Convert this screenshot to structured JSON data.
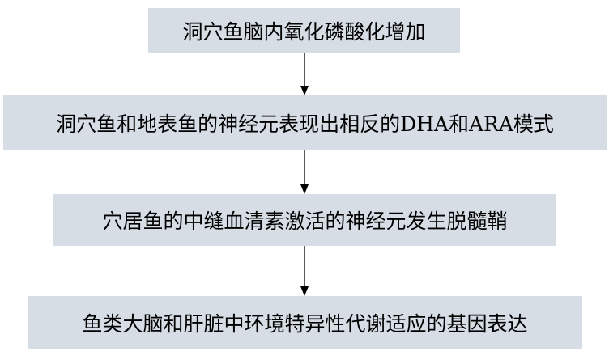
{
  "flowchart": {
    "steps": [
      {
        "text": "洞穴鱼脑内氧化磷酸化增加"
      },
      {
        "text": "洞穴鱼和地表鱼的神经元表现出相反的DHA和ARA模式"
      },
      {
        "text": "穴居鱼的中缝血清素激活的神经元发生脱髓鞘"
      },
      {
        "text": "鱼类大脑和肝脏中环境特异性代谢适应的基因表达"
      }
    ],
    "colors": {
      "box_fill": "#d6dde5",
      "text": "#000000",
      "arrow": "#000000"
    }
  }
}
